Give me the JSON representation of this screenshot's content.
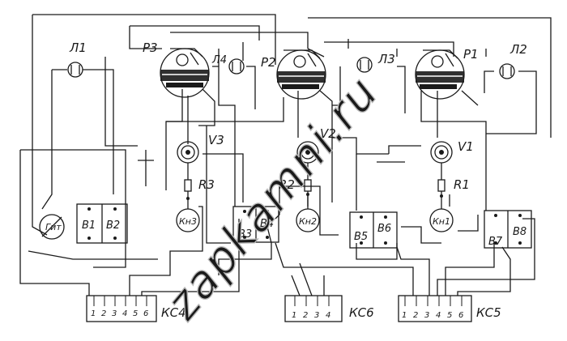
{
  "lamps": [
    "Л1",
    "Л4",
    "Л3",
    "Л2"
  ],
  "relays": [
    "Р3",
    "Р2",
    "Р1"
  ],
  "tubes": [
    "V3",
    "V2",
    "V1"
  ],
  "resistors": [
    "R3",
    "R2",
    "R1"
  ],
  "buttons": [
    "Кн3",
    "Кн2",
    "Кн1"
  ],
  "generator": "Гит",
  "blocks": [
    "В1",
    "В2",
    "В3",
    "В4",
    "В5",
    "В6",
    "В7",
    "В8"
  ],
  "connectors": [
    {
      "name": "КС4",
      "pins": [
        "1",
        "2",
        "3",
        "4",
        "5",
        "6"
      ]
    },
    {
      "name": "КС6",
      "pins": [
        "1",
        "2",
        "3",
        "4"
      ]
    },
    {
      "name": "КС5",
      "pins": [
        "1",
        "2",
        "3",
        "4",
        "5",
        "6"
      ]
    }
  ],
  "watermark": "zapkamni.ru"
}
